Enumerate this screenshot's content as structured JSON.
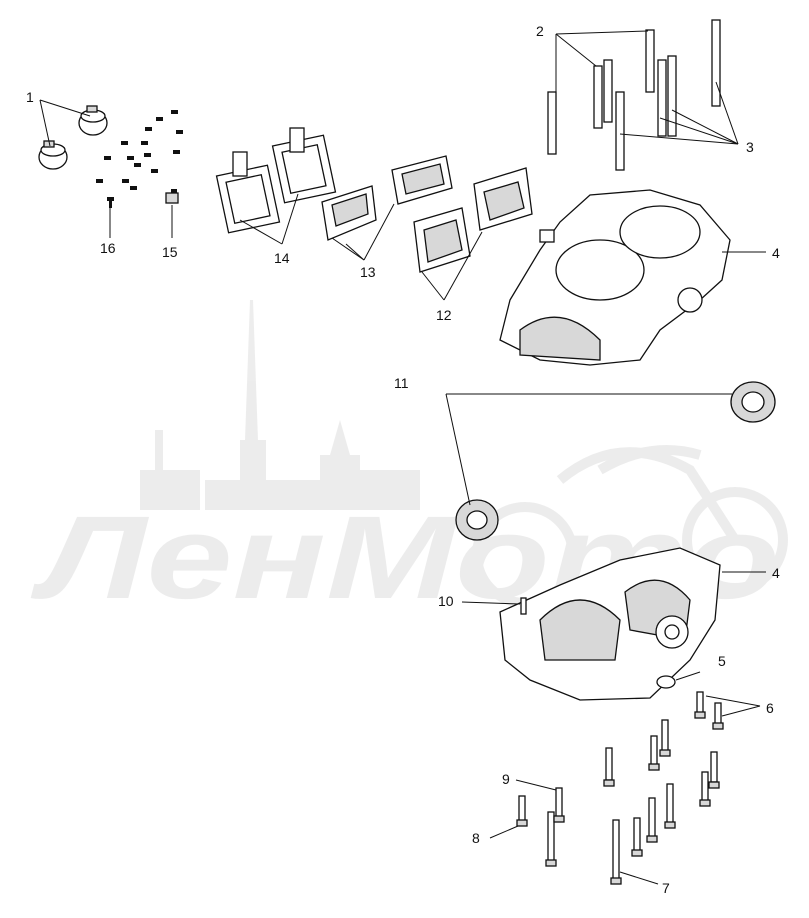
{
  "watermark": {
    "text": "ЛенМото"
  },
  "callouts": [
    {
      "id": "c1",
      "label": "1"
    },
    {
      "id": "c2",
      "label": "2"
    },
    {
      "id": "c3",
      "label": "3"
    },
    {
      "id": "c4a",
      "label": "4"
    },
    {
      "id": "c4b",
      "label": "4"
    },
    {
      "id": "c5",
      "label": "5"
    },
    {
      "id": "c6",
      "label": "6"
    },
    {
      "id": "c7",
      "label": "7"
    },
    {
      "id": "c8",
      "label": "8"
    },
    {
      "id": "c9",
      "label": "9"
    },
    {
      "id": "c10",
      "label": "10"
    },
    {
      "id": "c11",
      "label": "11"
    },
    {
      "id": "c12",
      "label": "12"
    },
    {
      "id": "c13",
      "label": "13"
    },
    {
      "id": "c14",
      "label": "14"
    },
    {
      "id": "c15",
      "label": "15"
    },
    {
      "id": "c16",
      "label": "16"
    }
  ]
}
